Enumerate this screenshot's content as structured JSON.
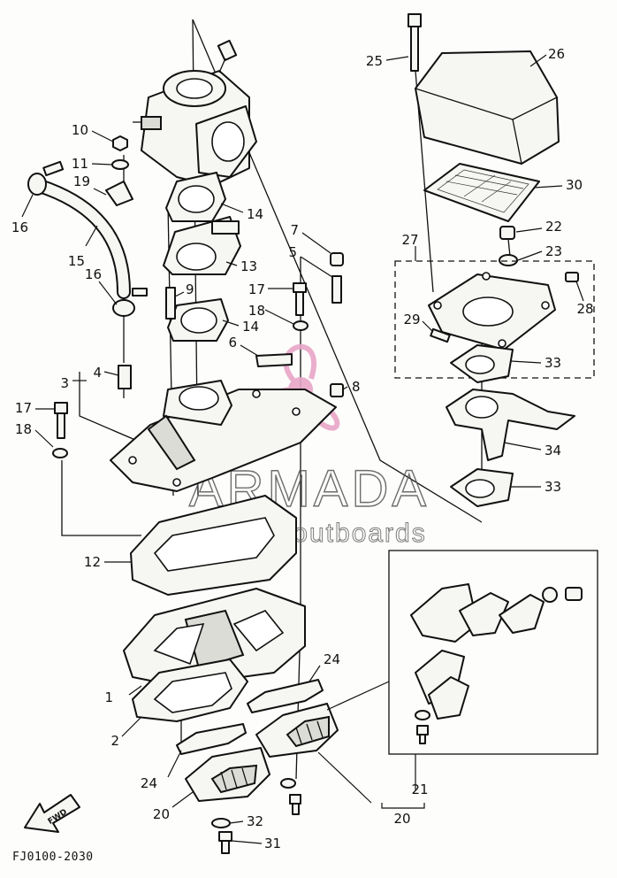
{
  "diagram": {
    "code": "FJ0100-2030",
    "fwd_label": "FWD",
    "callouts": [
      "1",
      "2",
      "3",
      "4",
      "5",
      "6",
      "7",
      "8",
      "9",
      "10",
      "11",
      "12",
      "13",
      "14",
      "14",
      "15",
      "16",
      "16",
      "17",
      "17",
      "18",
      "18",
      "19",
      "20",
      "20",
      "21",
      "22",
      "23",
      "24",
      "24",
      "25",
      "26",
      "27",
      "28",
      "29",
      "30",
      "31",
      "32",
      "33",
      "33",
      "34"
    ]
  },
  "watermark": {
    "title": "ARMADA",
    "subtitle": "marine outboards",
    "logo_color": "#e8a6c8"
  }
}
